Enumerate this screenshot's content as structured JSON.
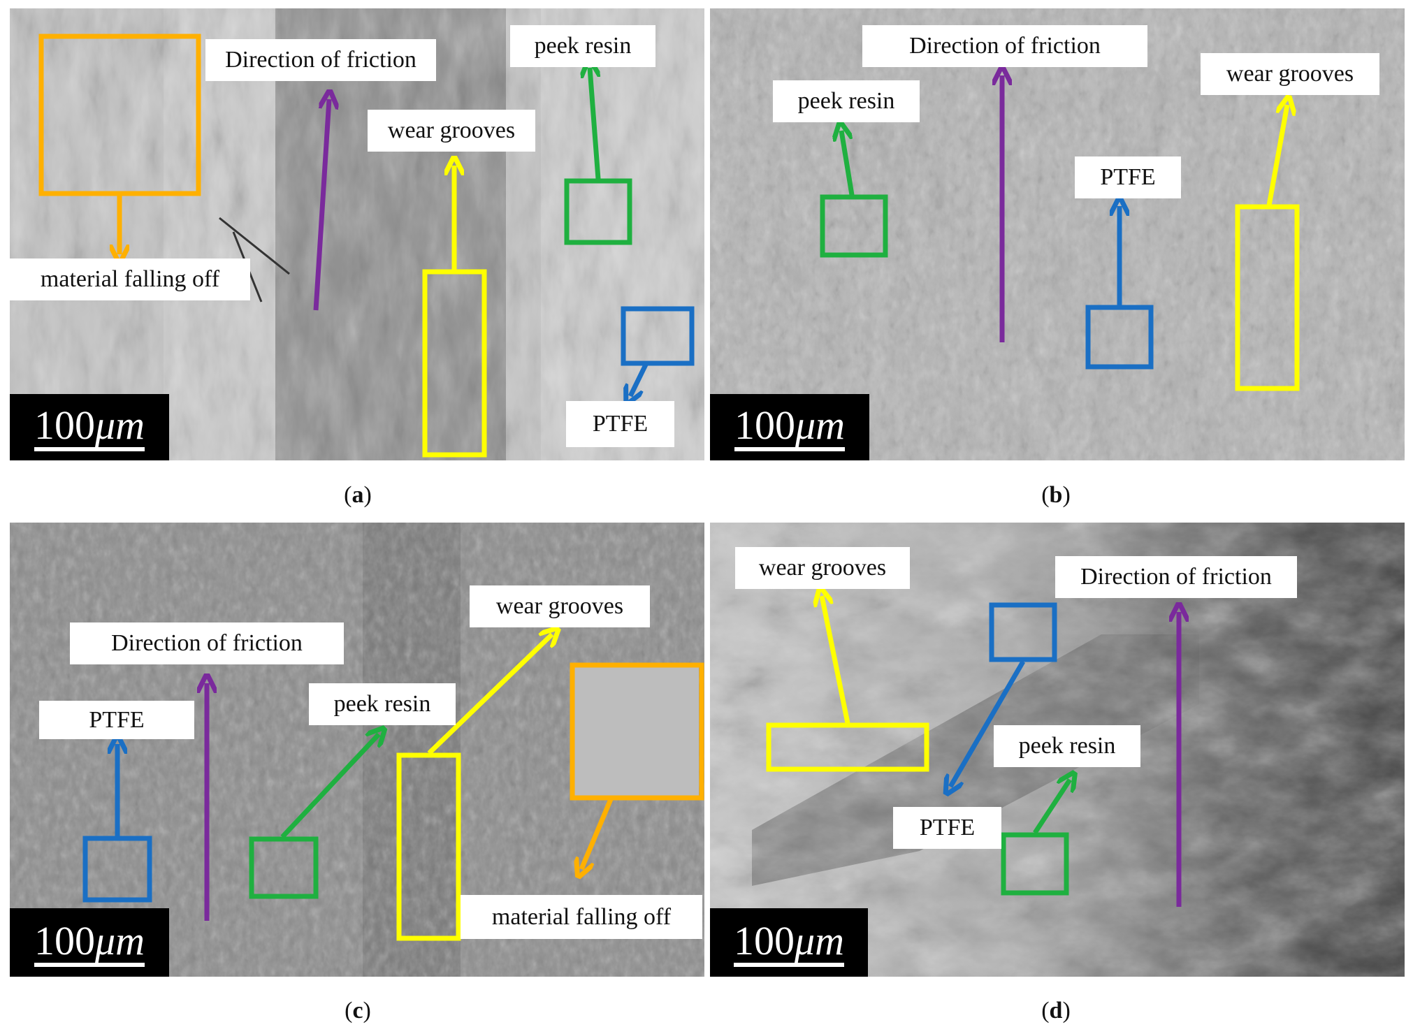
{
  "colors": {
    "material_falling_off": "#ffb000",
    "direction_of_friction": "#7a2a9c",
    "wear_grooves": "#ffff00",
    "peek_resin": "#1fb040",
    "ptfe": "#1a6fc4"
  },
  "panels": {
    "a": {
      "caption_letter": "a",
      "scale_text": "100",
      "scale_unit": "μm",
      "labels": {
        "direction": "Direction of friction",
        "peek": "peek resin",
        "wear": "wear grooves",
        "material": "material falling off",
        "ptfe": "PTFE"
      }
    },
    "b": {
      "caption_letter": "b",
      "scale_text": "100",
      "scale_unit": "μm",
      "labels": {
        "direction": "Direction of friction",
        "peek": "peek resin",
        "wear": "wear grooves",
        "ptfe": "PTFE"
      }
    },
    "c": {
      "caption_letter": "c",
      "scale_text": "100",
      "scale_unit": "μm",
      "labels": {
        "direction": "Direction of friction",
        "peek": "peek resin",
        "wear": "wear grooves",
        "material": "material falling off",
        "ptfe": "PTFE"
      }
    },
    "d": {
      "caption_letter": "d",
      "scale_text": "100",
      "scale_unit": "μm",
      "labels": {
        "direction": "Direction of friction",
        "peek": "peek resin",
        "wear": "wear grooves",
        "ptfe": "PTFE"
      }
    }
  }
}
